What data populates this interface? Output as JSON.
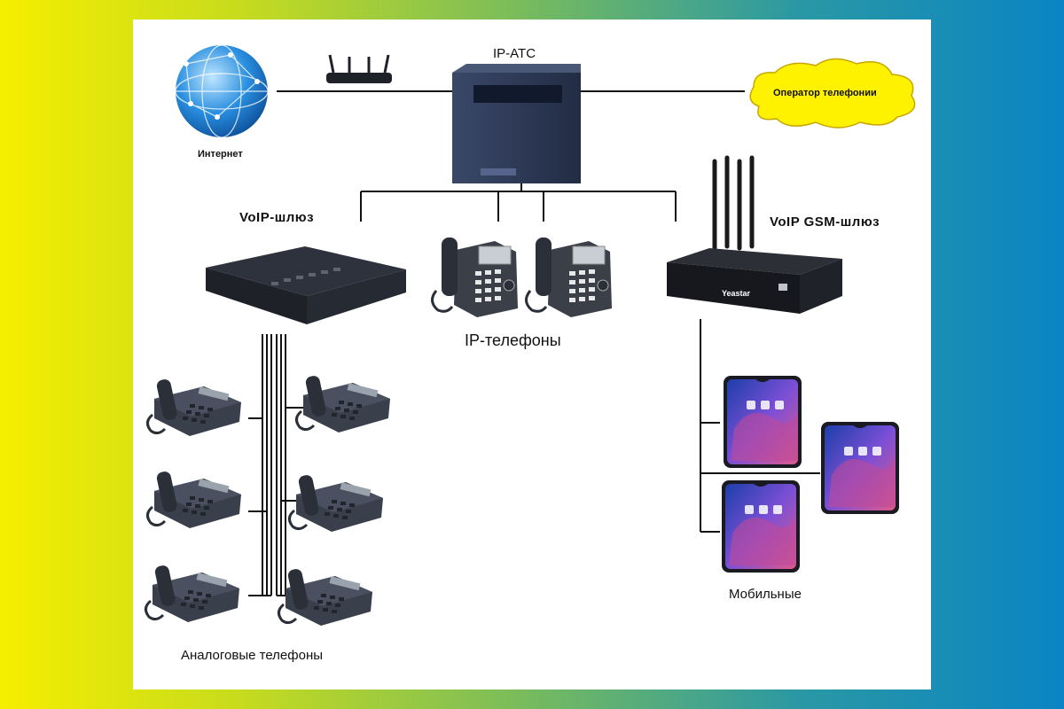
{
  "labels": {
    "internet": "Интернет",
    "ip_pbx": "IP-ATC",
    "operator": "Оператор телефонии",
    "voip_gateway": "VoIP-шлюз",
    "gsm_gateway": "VoIP GSM-шлюз",
    "ip_phones": "IP-телефоны",
    "analog_phones": "Аналоговые телефоны",
    "mobiles": "Мобильные"
  },
  "devices": {
    "gsm_brand": "Yeastar"
  },
  "colors": {
    "background_left": "#f5ee00",
    "background_right": "#0a84c4",
    "device_dark": "#2b2f38",
    "pbx_navy": "#2c3a5a",
    "cloud": "#fff200"
  }
}
